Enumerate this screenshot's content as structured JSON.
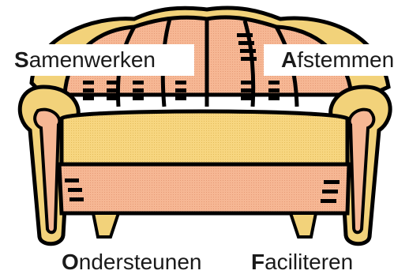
{
  "labels": {
    "top_left": {
      "cap": "S",
      "rest": "amenwerken"
    },
    "top_right": {
      "cap": "A",
      "rest": "fstemmen"
    },
    "bottom_left": {
      "cap": "O",
      "rest": "ndersteunen"
    },
    "bottom_right": {
      "cap": "F",
      "rest": "aciliteren"
    }
  },
  "illustration": {
    "subject": "sofa-clipart",
    "colors": {
      "frame": "#f2d27a",
      "upholstery": "#f6b794",
      "outline": "#000000",
      "cushion": "#f7d680"
    }
  }
}
